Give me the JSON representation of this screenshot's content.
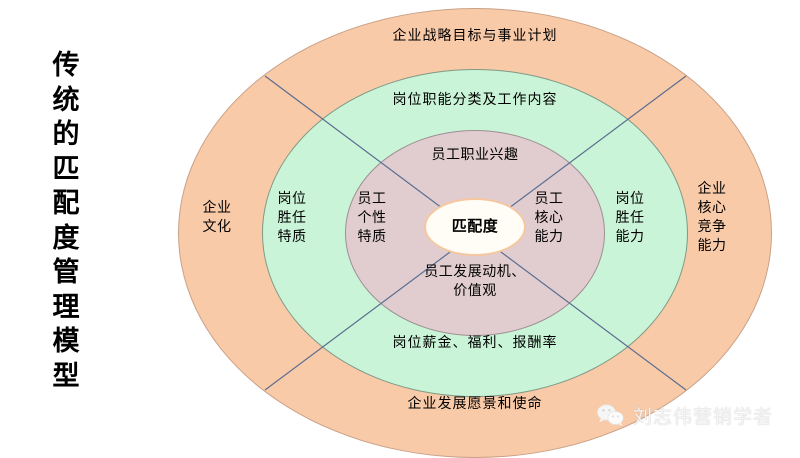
{
  "title": {
    "vertical_text": "传统的匹配度管理模型",
    "characters": [
      "传",
      "统",
      "的",
      "匹",
      "配",
      "度",
      "管",
      "理",
      "模",
      "型"
    ]
  },
  "diagram": {
    "type": "concentric-ellipse-venn",
    "core": {
      "label": "匹配度",
      "fill": "#fffdf6",
      "border": "#f5c79f"
    },
    "rings": [
      {
        "name": "inner",
        "fill": "#e1cdcf",
        "border": "#9d8f93",
        "labels": {
          "top": "员工职业兴趣",
          "bottom": "员工发展动机、\n价值观",
          "left": "员工\n个性\n特质",
          "right": "员工\n核心\n能力"
        }
      },
      {
        "name": "middle",
        "fill": "#caf4d7",
        "border": "#7f9a87",
        "labels": {
          "top": "岗位职能分类及工作内容",
          "bottom": "岗位薪金、福利、报酬率",
          "left": "岗位\n胜任\n特质",
          "right": "岗位\n胜任\n能力"
        }
      },
      {
        "name": "outer",
        "fill": "#f9caa7",
        "border": "#c9a188",
        "labels": {
          "top": "企业战略目标与事业计划",
          "bottom": "企业发展愿景和使命",
          "left": "企业\n文化",
          "right": "企业\n核心\n竞争\n能力"
        }
      }
    ],
    "crosslines": {
      "color": "#5b6d91",
      "count": 2,
      "description": "two diagonal lines crossing at the core"
    }
  },
  "watermark": {
    "icon": "wechat-icon",
    "text": "刘志伟营销学者",
    "color": "#f4f4f4"
  }
}
